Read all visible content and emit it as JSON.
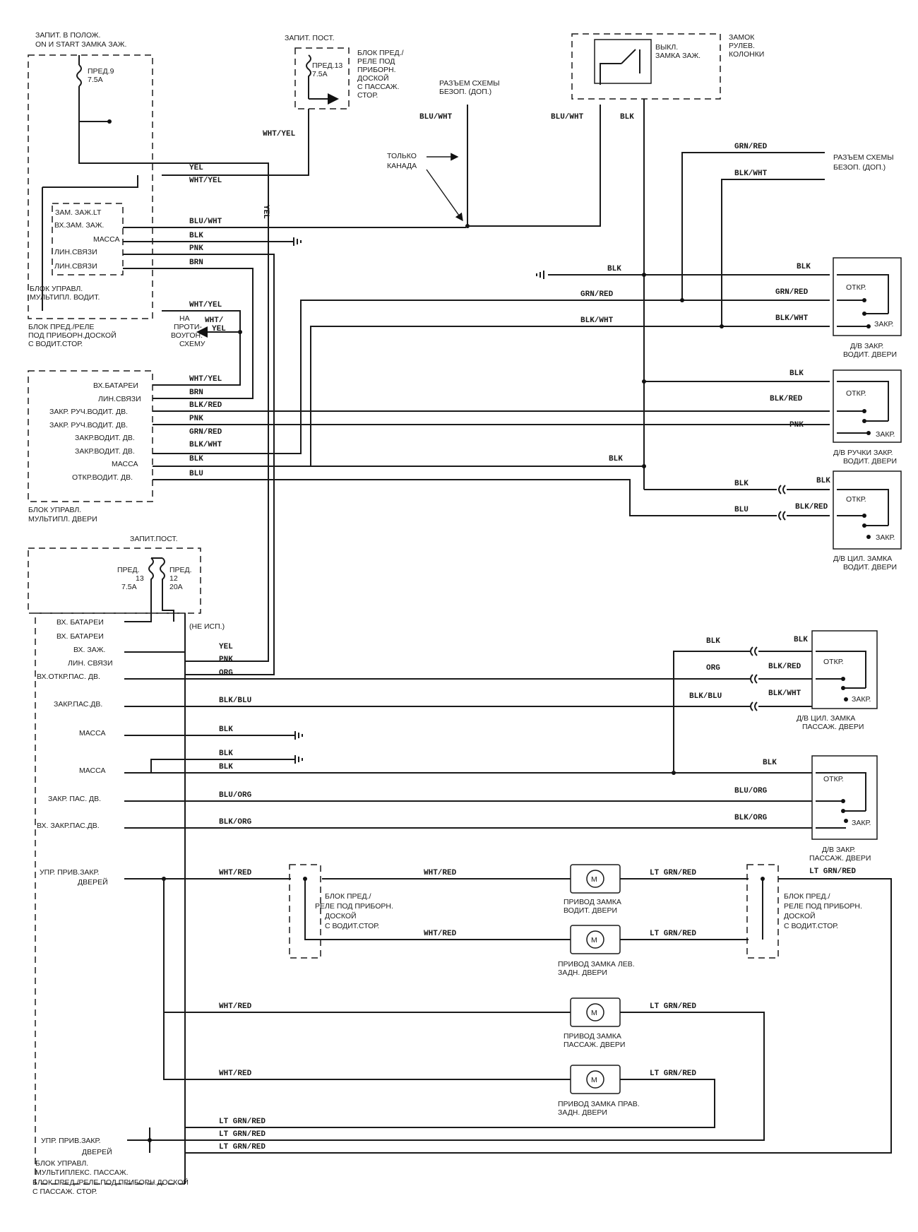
{
  "header": {
    "ign_supply": [
      "ЗАПИТ. В ПОЛОЖ.",
      "ON И START ЗАМКА ЗАЖ."
    ],
    "const_supply_top": "ЗАПИТ. ПОСТ.",
    "fuse13_block": [
      "БЛОК ПРЕД./",
      "РЕЛЕ ПОД",
      "ПРИБОРН.",
      "ДОСКОЙ",
      "С ПАССАЖ.",
      "СТОР."
    ],
    "security_conn_top": [
      "РАЗЪЕМ СХЕМЫ",
      "БЕЗОП. (ДОП.)"
    ],
    "ign_switch": [
      "ВЫКЛ.",
      "ЗАМКА ЗАЖ."
    ],
    "steering_lock": [
      "ЗАМОК",
      "РУЛЕВ.",
      "КОЛОНКИ"
    ],
    "canada_only": [
      "ТОЛЬКО",
      "КАНАДА"
    ],
    "security_conn_right": [
      "РАЗЪЕМ СХЕМЫ",
      "БЕЗОП. (ДОП.)"
    ]
  },
  "fuses": {
    "f9": [
      "ПРЕД.9",
      "7.5A"
    ],
    "f13_top": [
      "ПРЕД.13",
      "7.5A"
    ],
    "f13_bottom": [
      "ПРЕД.",
      "13",
      "7.5A"
    ],
    "f12_bottom": [
      "ПРЕД.",
      "12",
      "20A"
    ]
  },
  "driver_mux_unit": {
    "pins": [
      "ЗАМ. ЗАЖ.LT",
      "ВХ.ЗАМ. ЗАЖ.",
      "МАССА",
      "ЛИН.СВЯЗИ",
      "ЛИН.СВЯЗИ"
    ],
    "title": [
      "БЛОК УПРАВЛ.",
      "МУЛЬТИПЛ. ВОДИТ."
    ],
    "box_label": [
      "БЛОК ПРЕД./РЕЛЕ",
      "ПОД ПРИБОРН.ДОСКОЙ",
      "С ВОДИТ.СТОР."
    ]
  },
  "antitheft": [
    "НА",
    "ПРОТИ-",
    "ВОУГОН.",
    "СХЕМУ"
  ],
  "door_mux_unit": {
    "pins": [
      "ВХ.БАТАРЕИ",
      "ЛИН.СВЯЗИ",
      "ЗАКР. РУЧ.ВОДИТ. ДВ.",
      "ЗАКР. РУЧ.ВОДИТ. ДВ.",
      "ЗАКР.ВОДИТ. ДВ.",
      "ЗАКР.ВОДИТ. ДВ.",
      "МАССА",
      "ОТКР.ВОДИТ. ДВ."
    ],
    "title": [
      "БЛОК УПРАВЛ.",
      "МУЛЬТИПЛ. ДВЕРИ"
    ]
  },
  "pass_mux_unit": {
    "const_supply": "ЗАПИТ.ПОСТ.",
    "pins": [
      "ВХ. БАТАРЕИ",
      "ВХ. БАТАРЕИ",
      "ВХ. ЗАЖ.",
      "ЛИН. СВЯЗИ",
      "ВХ.ОТКР.ПАС. ДВ.",
      "ЗАКР.ПАС.ДВ.",
      "МАССА",
      "МАССА",
      "ЗАКР. ПАС. ДВ.",
      "ВХ. ЗАКР.ПАС.ДВ.",
      "УПР. ПРИВ.ЗАКР.",
      "ДВЕРЕЙ",
      "УПР. ПРИВ.ЗАКР.",
      "ДВЕРЕЙ"
    ],
    "not_used": "(НЕ ИСП.)",
    "title": [
      "БЛОК УПРАВЛ.",
      "МУЛЬТИПЛЕКС. ПАССАЖ.",
      "БЛОК ПРЕД./РЕЛЕ ПОД ПРИБОРН.ДОСКОЙ",
      "С ПАССАЖ. СТОР."
    ]
  },
  "switches": [
    {
      "open": "ОТКР.",
      "lock": "ЗАКР.",
      "name": [
        "Д/В ЗАКР.",
        "ВОДИТ. ДВЕРИ"
      ]
    },
    {
      "open": "ОТКР.",
      "lock": "ЗАКР.",
      "name": [
        "Д/В РУЧКИ ЗАКР.",
        "ВОДИТ. ДВЕРИ"
      ]
    },
    {
      "open": "ОТКР.",
      "lock": "ЗАКР.",
      "name": [
        "Д/В ЦИЛ. ЗАМКА",
        "ВОДИТ. ДВЕРИ"
      ]
    },
    {
      "open": "ОТКР.",
      "lock": "ЗАКР.",
      "name": [
        "Д/В ЦИЛ. ЗАМКА",
        "ПАССАЖ. ДВЕРИ"
      ]
    },
    {
      "open": "ОТКР.",
      "lock": "ЗАКР.",
      "name": [
        "Д/В ЗАКР.",
        "ПАССАЖ. ДВЕРИ"
      ]
    }
  ],
  "actuators": [
    {
      "symbol": "M",
      "name": [
        "ПРИВОД ЗАМКА",
        "ВОДИТ. ДВЕРИ"
      ]
    },
    {
      "symbol": "M",
      "name": [
        "ПРИВОД ЗАМКА ЛЕВ.",
        "ЗАДН. ДВЕРИ"
      ]
    },
    {
      "symbol": "M",
      "name": [
        "ПРИВОД ЗАМКА",
        "ПАССАЖ. ДВЕРИ"
      ]
    },
    {
      "symbol": "M",
      "name": [
        "ПРИВОД ЗАМКА ПРАВ.",
        "ЗАДН. ДВЕРИ"
      ]
    }
  ],
  "junction_blocks": {
    "left": [
      "БЛОК ПРЕД./",
      "РЕЛЕ ПОД ПРИБОРН.",
      "ДОСКОЙ",
      "С ВОДИТ.СТОР."
    ],
    "right": [
      "БЛОК ПРЕД./",
      "РЕЛЕ ПОД ПРИБОРН.",
      "ДОСКОЙ",
      "С ВОДИТ.СТОР."
    ]
  },
  "wires": {
    "yel": "YEL",
    "wht_yel": "WHT/YEL",
    "blu_wht": "BLU/WHT",
    "blk": "BLK",
    "pnk": "PNK",
    "brn": "BRN",
    "grn_red": "GRN/RED",
    "blk_wht": "BLK/WHT",
    "blk_red": "BLK/RED",
    "blu": "BLU",
    "org": "ORG",
    "blk_blu": "BLK/BLU",
    "blu_org": "BLU/ORG",
    "blk_org": "BLK/ORG",
    "wht_red": "WHT/RED",
    "lt_grn_red": "LT GRN/RED"
  }
}
